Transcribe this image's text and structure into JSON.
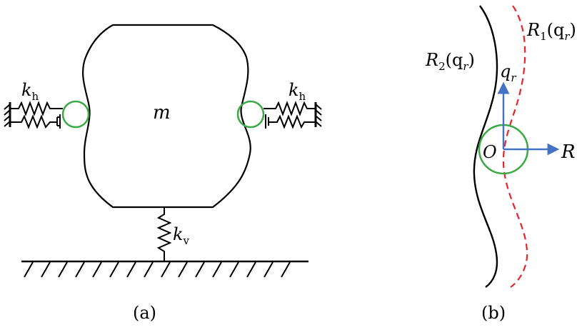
{
  "panel_a": {
    "mass_label": "m",
    "left_spring": {
      "symbol": "k",
      "subscript": "h"
    },
    "right_spring": {
      "symbol": "k",
      "subscript": "h"
    },
    "vertical_spring": {
      "symbol": "k",
      "subscript": "v"
    },
    "caption": "(a)"
  },
  "panel_b": {
    "curve_right": {
      "symbol": "R",
      "subscript": "1",
      "argument": "(q",
      "argument_sub": "r",
      "close": ")"
    },
    "curve_left": {
      "symbol": "R",
      "subscript": "2",
      "argument": "(q",
      "argument_sub": "r",
      "close": ")"
    },
    "axis_vertical": {
      "symbol": "q",
      "subscript": "r"
    },
    "origin_label": "O",
    "axis_horizontal": "R",
    "caption": "(b)"
  },
  "colors": {
    "line": "#000000",
    "roller": "#3aa845",
    "dashed_curve": "#e8232a",
    "axis_arrow": "#4472c4"
  }
}
